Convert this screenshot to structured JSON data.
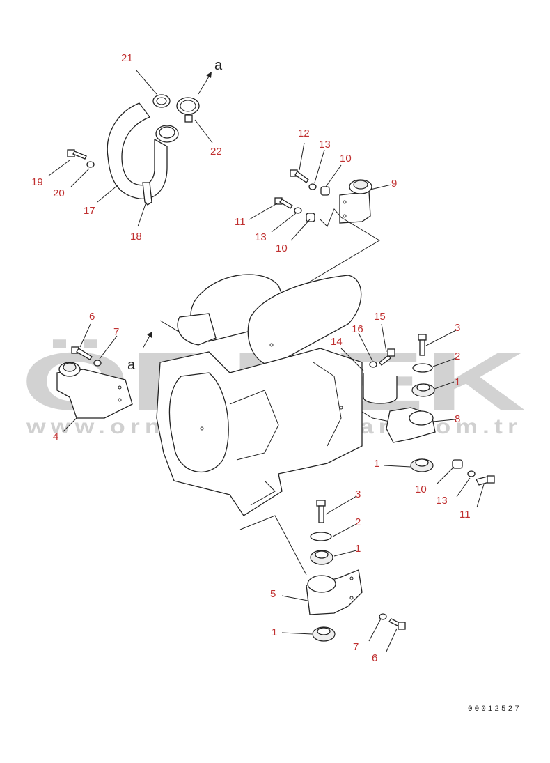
{
  "watermark": {
    "brand": "ÖRNEK",
    "url": "www.ornekismakinalari.com.tr"
  },
  "part_number": "00012527",
  "arrow_labels": [
    "a",
    "a"
  ],
  "callouts": [
    "21",
    "22",
    "19",
    "20",
    "17",
    "18",
    "12",
    "13",
    "10",
    "9",
    "11",
    "13",
    "10",
    "6",
    "7",
    "4",
    "16",
    "15",
    "14",
    "3",
    "2",
    "1",
    "8",
    "1",
    "10",
    "13",
    "11",
    "3",
    "2",
    "1",
    "5",
    "1",
    "7",
    "6"
  ]
}
